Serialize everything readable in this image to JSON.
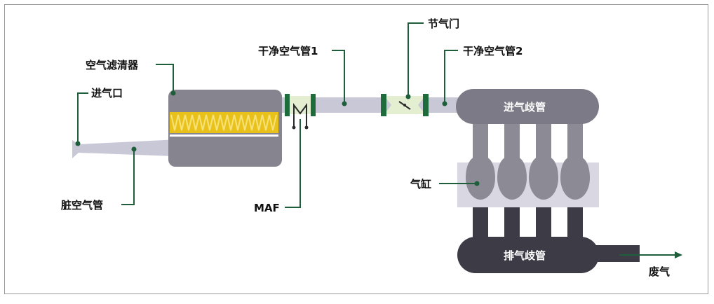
{
  "labels": {
    "intake_port": "进气口",
    "air_filter": "空气滤清器",
    "dirty_air_pipe": "脏空气管",
    "clean_air_pipe_1": "干净空气管1",
    "throttle": "节气门",
    "clean_air_pipe_2": "干净空气管2",
    "maf": "MAF",
    "intake_manifold": "进气歧管",
    "cylinder": "气缸",
    "exhaust_manifold": "排气歧管",
    "exhaust_gas": "废气"
  },
  "colors": {
    "leader": "#1e5e3a",
    "pipe_light": "#c9c8d6",
    "filter_body": "#86858f",
    "filter_element": "#e8c21a",
    "intake_manifold": "#7b7a86",
    "engine_block": "#d9d8e2",
    "exhaust": "#3d3b46",
    "connector_green": "#1e6b3c"
  }
}
